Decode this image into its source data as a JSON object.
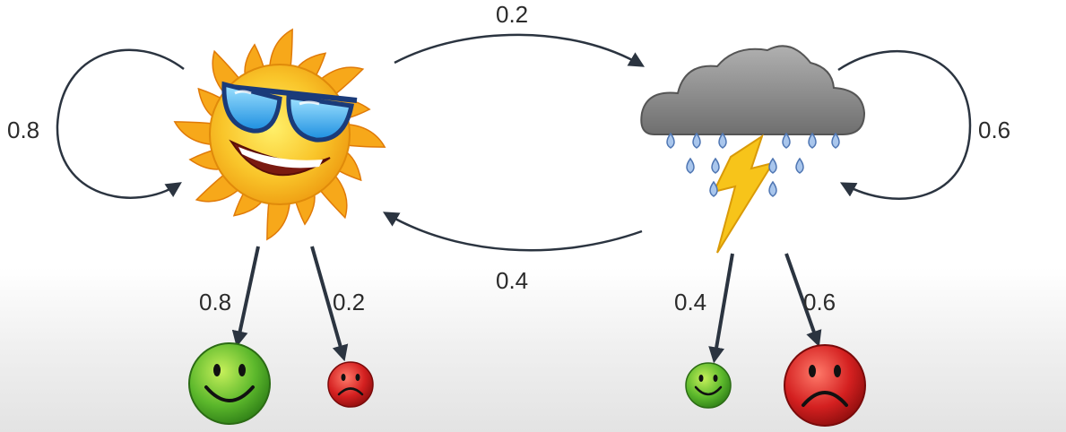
{
  "states": [
    {
      "id": "sunny",
      "icon": "sun-with-sunglasses-icon"
    },
    {
      "id": "rainy",
      "icon": "storm-cloud-with-lightning-icon"
    }
  ],
  "transitions": {
    "sunny_to_sunny": "0.8",
    "sunny_to_rainy": "0.2",
    "rainy_to_sunny": "0.4",
    "rainy_to_rainy": "0.6"
  },
  "emissions": {
    "sunny_happy": "0.8",
    "sunny_sad": "0.2",
    "rainy_happy": "0.4",
    "rainy_sad": "0.6"
  },
  "colors": {
    "arrow": "#2b3440",
    "happy_face": "#4caf28",
    "sad_face": "#d42020",
    "sun": "#f7b718",
    "cloud": "#8a8a8a",
    "rain_drop": "#a9c6ec",
    "lightning": "#f7c41a"
  }
}
